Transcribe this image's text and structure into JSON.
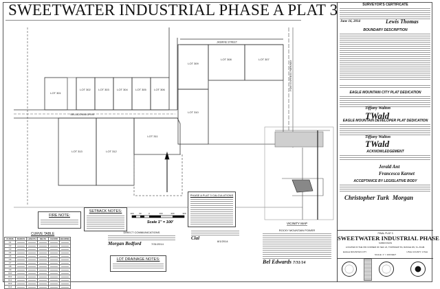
{
  "title": "SWEETWATER INDUSTRIAL PHASE A PLAT 3",
  "map": {
    "lots": [
      "LOT 301",
      "LOT 302",
      "LOT 303",
      "LOT 304",
      "LOT 305",
      "LOT 306",
      "LOT 307",
      "LOT 308",
      "LOT 309",
      "LOT 310",
      "LOT 311",
      "LOT 312",
      "LOT 313"
    ],
    "streets": {
      "belladonna": "BELLADONNA DRIVE",
      "jasmine": "JASMINE STREET",
      "pony_express": "PONY EXPRESS PARKWAY"
    },
    "scale_label": "Scale 1\" = 100'",
    "scale_ticks": [
      "100",
      "50",
      "0",
      "100",
      "200",
      "300"
    ]
  },
  "notes": {
    "fire_note": "FIRE NOTE:",
    "setback_notes": "SETBACK NOTES:",
    "curve_table": {
      "title": "CURVE TABLE",
      "headers": [
        "CURVE",
        "RADIUS",
        "LENGTH",
        "DELTA",
        "CHORD",
        "BEARING"
      ],
      "curves": [
        "C1",
        "C2",
        "C3",
        "C4",
        "C5",
        "C6",
        "C7",
        "C8",
        "C9",
        "C10",
        "C11",
        "C12",
        "C13",
        "C14"
      ]
    },
    "direct_communications": "DIRECT COMMUNICATIONS",
    "lot_drainage_notes": "LOT DRAINAGE NOTES:",
    "calculations": "PHASE A PLAT 3 CALCULATIONS",
    "vicinity_map": "VICINITY MAP",
    "rocky_mountain_power": "ROCKY MOUNTAIN POWER",
    "dates": [
      "7/31/2014",
      "8/1/2014",
      "7/31/14"
    ]
  },
  "right_column": {
    "surveyors_certificate": "SURVEYOR'S CERTIFICATE",
    "surveyor_date": "June 16, 2014",
    "boundary_description": "BOUNDARY DESCRIPTION",
    "city_dedication": "EAGLE MOUNTAIN CITY PLAT DEDICATION",
    "developer_dedication": "EAGLE MOUNTAIN DEVELOPER PLAT DEDICATION",
    "acknowledgement": "ACKNOWLEDGEMENT",
    "acceptance": "ACCEPTANCE BY LEGISLATIVE BODY"
  },
  "title_block": {
    "kind": "FINAL PLAT 3",
    "name": "SWEETWATER INDUSTRIAL PHASE A",
    "subtitle": "SUBDIVISION",
    "location": "LOCATED IN THE NW CORNER OF SEC 24, TOWNSHIP 6S, RANGE 2W, S.L.B.&M.",
    "city": "EAGLE MOUNTAIN CITY",
    "county": "UTAH COUNTY, UTAH",
    "scale": "SCALE: 1\" = 100 FEET"
  }
}
